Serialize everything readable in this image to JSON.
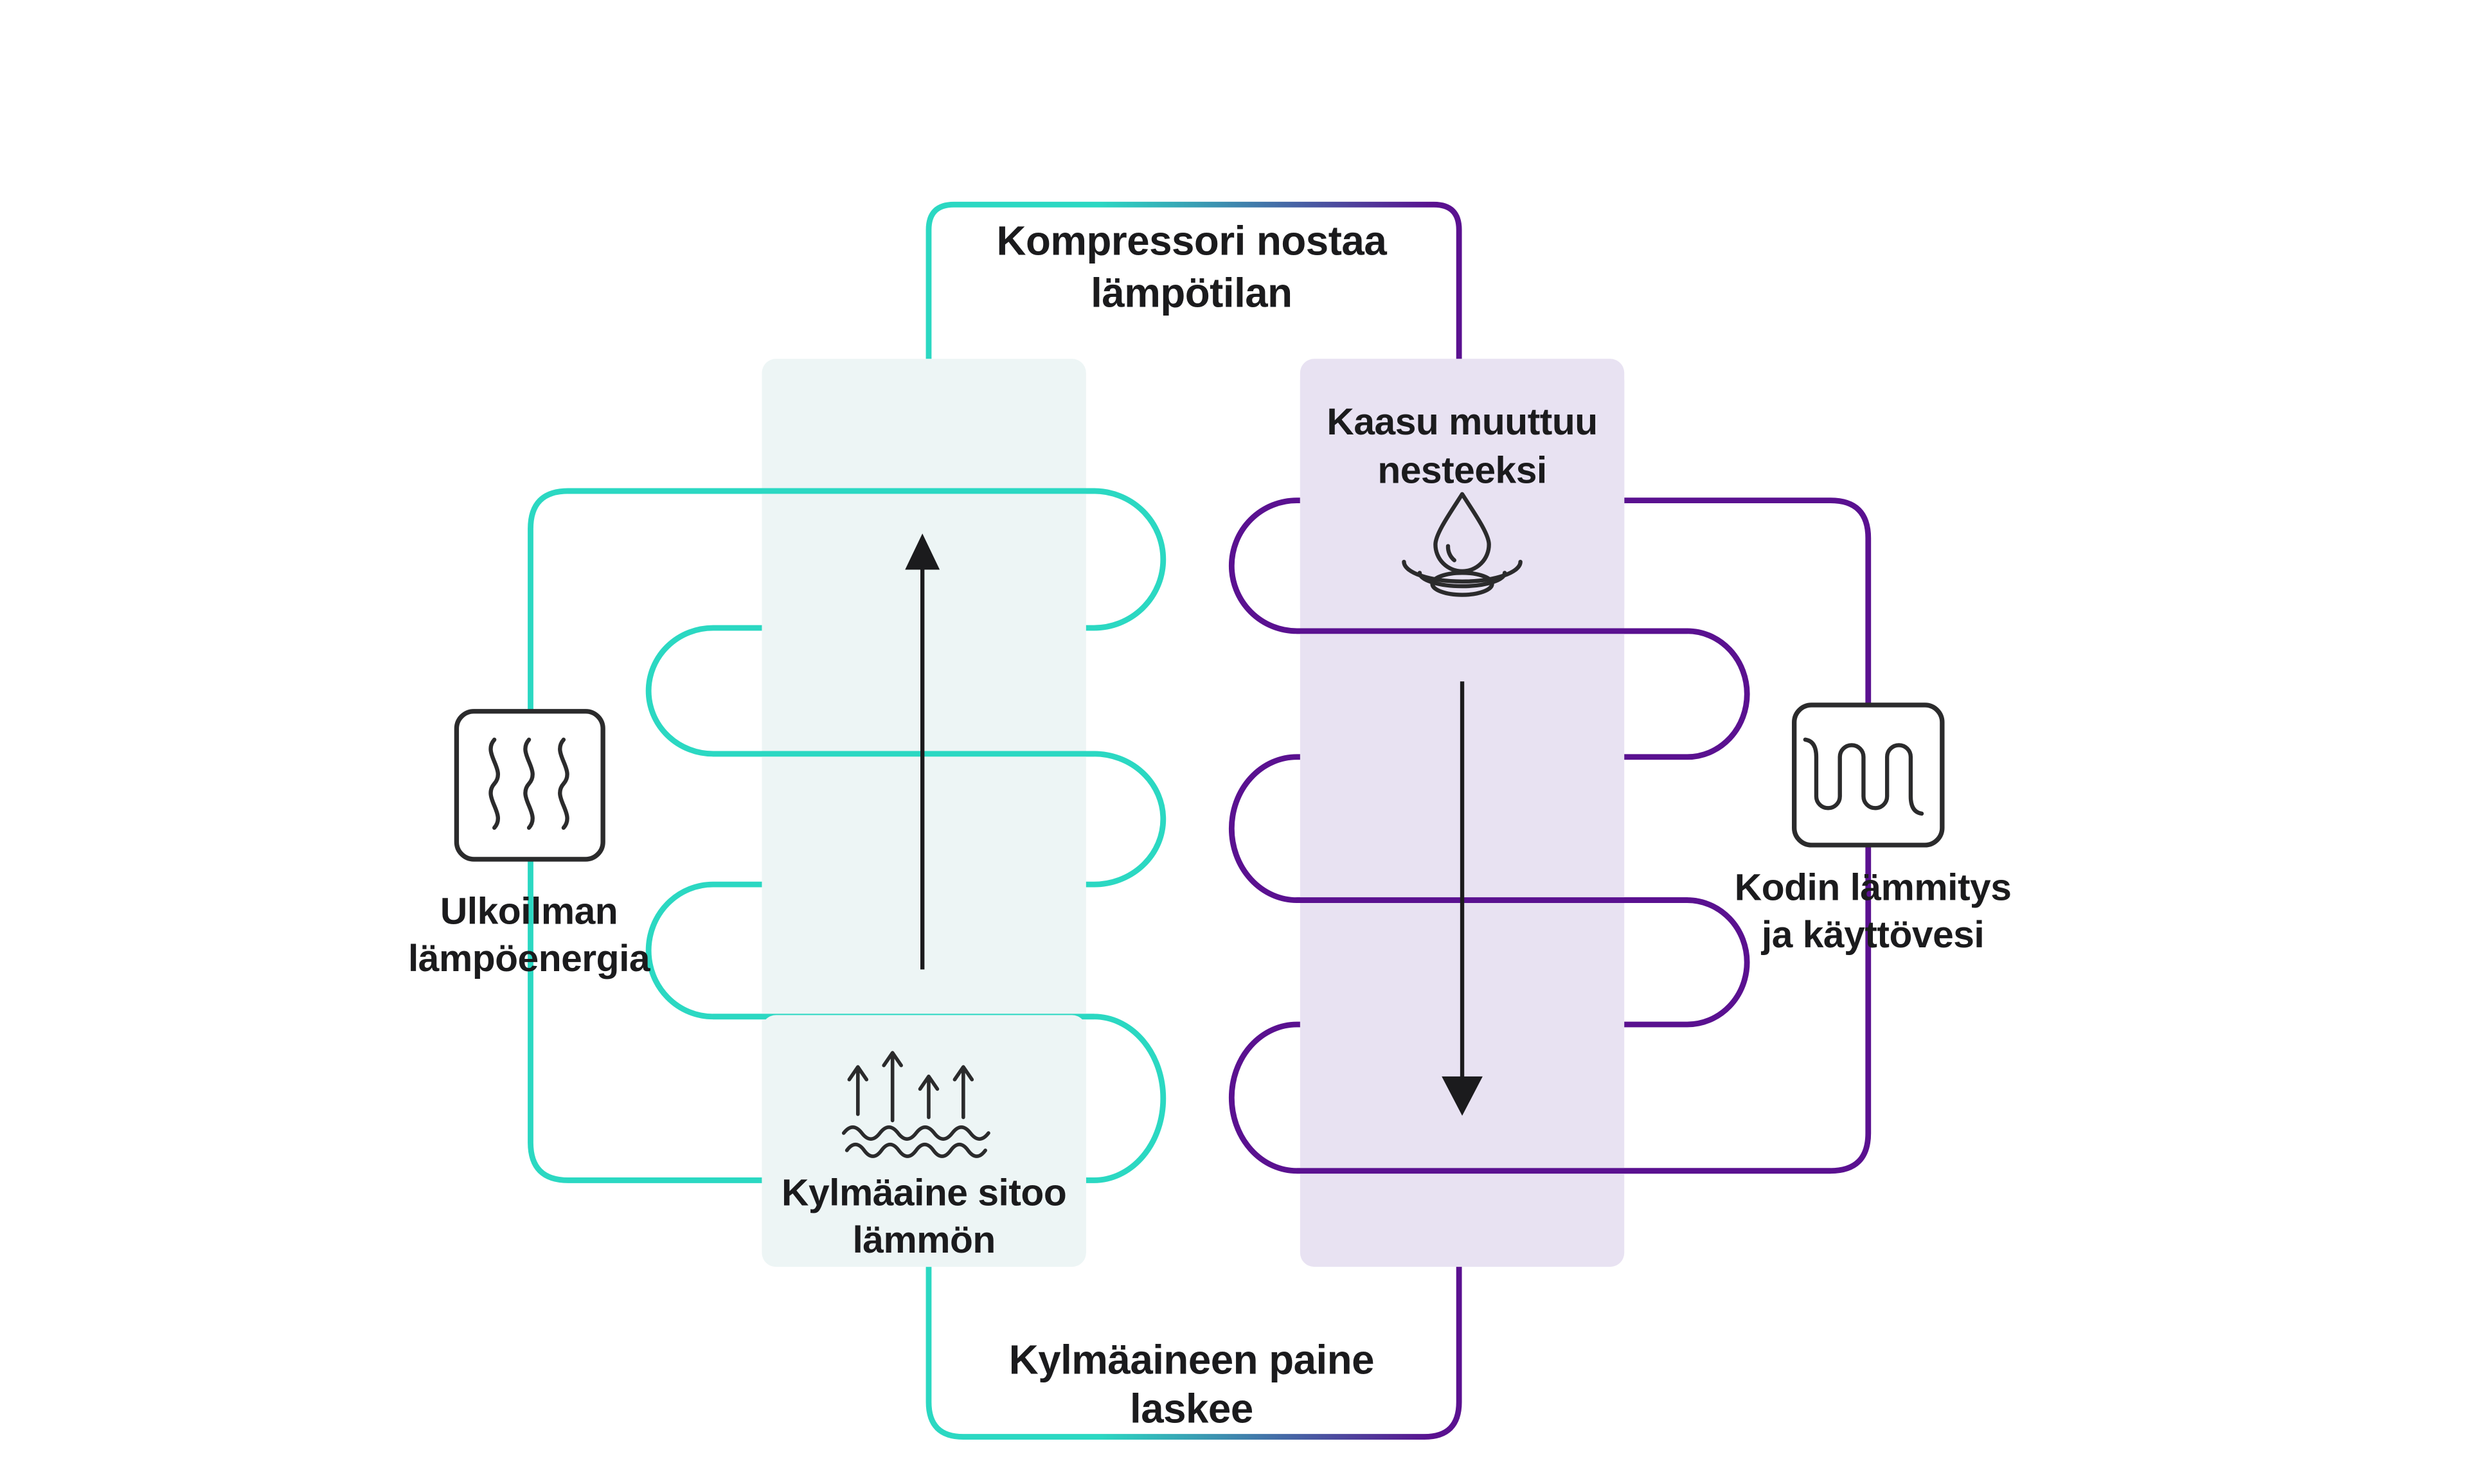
{
  "labels": {
    "compressor": {
      "line1": "Kompressori nostaa",
      "line2": "lämpötilan"
    },
    "condense": {
      "line1": "Kaasu muuttuu",
      "line2": "nesteeksi"
    },
    "outdoor": {
      "line1": "Ulkoilman",
      "line2": "lämpöenergia"
    },
    "home": {
      "line1": "Kodin lämmitys",
      "line2": "ja käyttövesi"
    },
    "absorb": {
      "line1": "Kylmäaine sitoo",
      "line2": "lämmön"
    },
    "expansion": {
      "line1": "Kylmäaineen paine",
      "line2": "laskee"
    }
  },
  "icons": {
    "left": "outdoor-heat-waves-icon",
    "right": "radiator-coil-icon",
    "top_right": "water-drop-ripples-icon",
    "bottom_left": "evaporation-arrows-waves-icon"
  },
  "colors": {
    "teal": "#2BD8C2",
    "purple": "#5A1190",
    "teal_bg": "#EDF5F5",
    "purple_bg": "#E8E2F2",
    "ink": "#1B1B1D",
    "icon_stroke": "#2B2B2C",
    "white": "#FFFFFF"
  }
}
